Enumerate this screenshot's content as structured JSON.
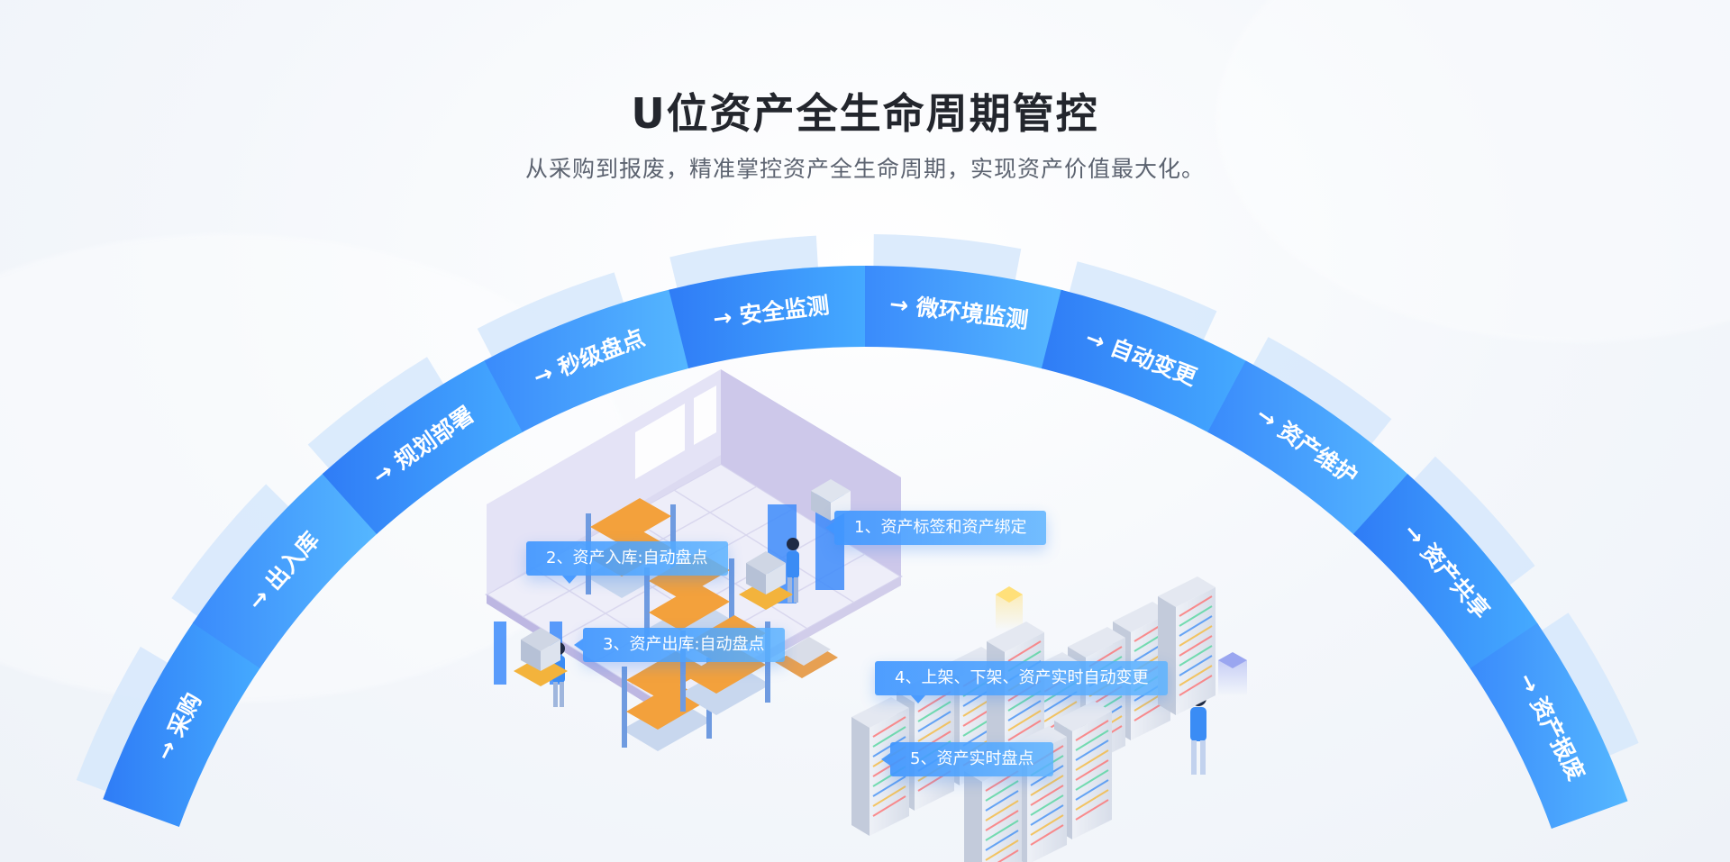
{
  "header": {
    "title": "U位资产全生命周期管控",
    "subtitle": "从采购到报废，精准掌控资产全生命周期，实现资产价值最大化。"
  },
  "lifecycle_stages": [
    {
      "arrow": "→",
      "label": "采购"
    },
    {
      "arrow": "→",
      "label": "出入库"
    },
    {
      "arrow": "→",
      "label": "规划部署"
    },
    {
      "arrow": "→",
      "label": "秒级盘点"
    },
    {
      "arrow": "→",
      "label": "安全监测"
    },
    {
      "arrow": "→",
      "label": "微环境监测"
    },
    {
      "arrow": "→",
      "label": "自动变更"
    },
    {
      "arrow": "→",
      "label": "资产维护"
    },
    {
      "arrow": "→",
      "label": "资产共享"
    },
    {
      "arrow": "→",
      "label": "资产报废"
    }
  ],
  "callouts": [
    {
      "text": "1、资产标签和资产绑定"
    },
    {
      "text": "2、资产入库:自动盘点"
    },
    {
      "text": "3、资产出库:自动盘点"
    },
    {
      "text": "4、上架、下架、资产实时自动变更"
    },
    {
      "text": "5、资产实时盘点"
    }
  ],
  "colors": {
    "arc_start": "#2f7cf6",
    "arc_end": "#3fa6ff",
    "arc_outer_glow": "#cfe3fb",
    "title": "#23262d",
    "subtitle": "#5c6370",
    "callout_bg": "#4096ff"
  }
}
